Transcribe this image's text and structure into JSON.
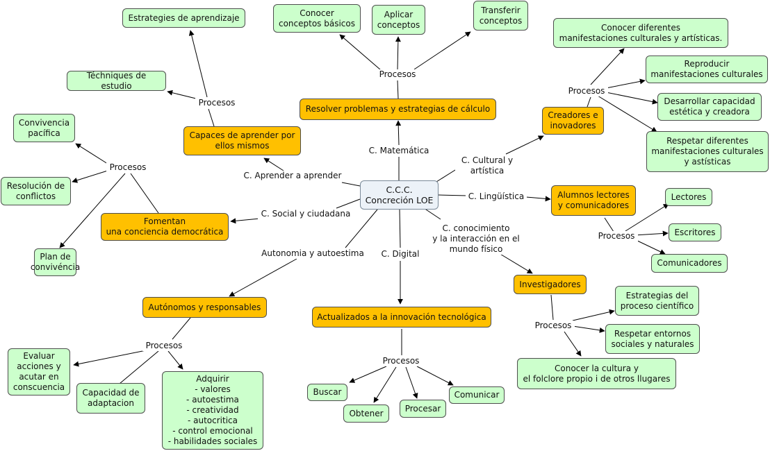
{
  "root": {
    "text": "C.C.C.\nConcreción LOE"
  },
  "processes_label": "Procesos",
  "links": {
    "matematica": "C. Matemática",
    "cultural": "C. Cultural y\nartística",
    "linguistica": "C. Lingüística",
    "conocimiento": "C. conocimiento\ny la interacción en el\nmundo físico",
    "digital": "C. Digital",
    "autonomia": "Autonomia y autoestima",
    "social": "C. Social y ciudadana",
    "aprender": "C. Aprender a aprender"
  },
  "hubs": {
    "resolver": "Resolver problemas y estrategias de cálculo",
    "creadores": "Creadores e\ninovadores",
    "lectores": "Alumnos lectores\ny comunicadores",
    "investigadores": "Investigadores",
    "actualizados": "Actualizados a la innovación tecnológica",
    "autonomos": "Autónomos y responsables",
    "fomentan": "Fomentan\nuna conciencia democrática",
    "capaces": "Capaces de aprender por\nellos mismos"
  },
  "leaves": {
    "conocer_basicos": "Conocer\nconceptos básicos",
    "aplicar": "Aplicar\nconceptos",
    "transferir": "Transferir\nconceptos",
    "conocer_manifestaciones": "Conocer diferentes\nmanifestaciones culturales y artísticas.",
    "reproducir": "Reproducir\nmanifestaciones culturales",
    "desarrollar": "Desarrollar capacidad\nestética y creadora",
    "respetar_manifestaciones": "Respetar diferentes\nmanifestaciones culturales\ny astísticas",
    "lectores": "Lectores",
    "escritores": "Escritores",
    "comunicadores": "Comunicadores",
    "estrategias_cientifico": "Estrategias del\nproceso científico",
    "respetar_entornos": "Respetar entornos\nsociales y naturales",
    "conocer_cultura": "Conocer la cultura y\nel folclore propio i de otros llugares",
    "buscar": "Buscar",
    "obtener": "Obtener",
    "procesar": "Procesar",
    "comunicar": "Comunicar",
    "evaluar": "Evaluar\nacciones y\nacutar en\nconscuencia",
    "capacidad": "Capacidad de\nadaptacion",
    "adquirir": "Adquirir\n- valores\n- autoestima\n- creatividad\n- autocritica\n- control emocional\n- habilidades sociales",
    "convivencia": "Convivencia\npacífica",
    "resolucion": "Resolución de\nconflictos",
    "plan": "Plan de\nconvivéncia",
    "estrategias_aprendizaje": "Estrategies de aprendizaje",
    "tecniques": "Téchniques de estudio"
  },
  "colors": {
    "leaf": "#ccffcc",
    "hub": "#ffc000",
    "root": "#ecf2f8",
    "line": "#000000"
  }
}
